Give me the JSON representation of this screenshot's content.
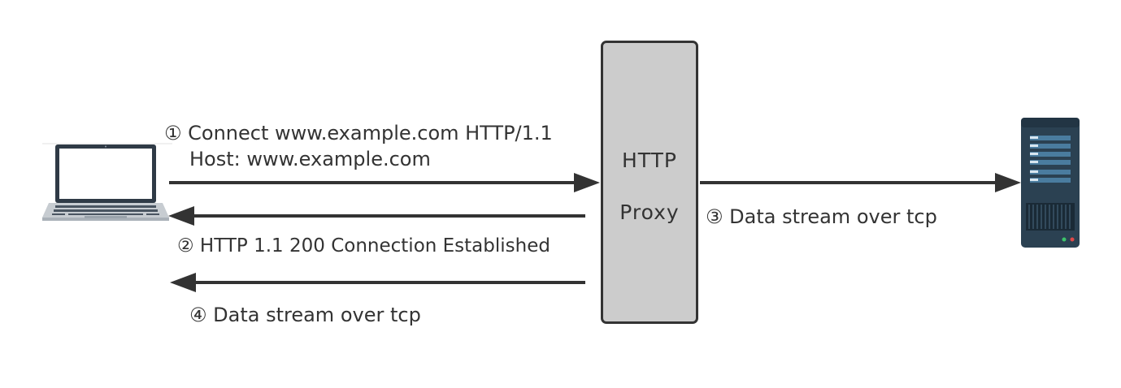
{
  "client": {
    "icon": "laptop-icon"
  },
  "proxy": {
    "line1": "HTTP",
    "line2": "Proxy"
  },
  "server": {
    "icon": "server-icon"
  },
  "steps": {
    "step1": {
      "line1": "① Connect www.example.com HTTP/1.1",
      "line2": "Host: www.example.com"
    },
    "step2": "②  HTTP 1.1 200 Connection Established",
    "step3": "③ Data stream over tcp",
    "step4": "④ Data stream over tcp"
  },
  "colors": {
    "arrow": "#333333",
    "proxy_fill": "#cccccc",
    "laptop_body": "#2f3a46",
    "server_body": "#2b4152",
    "text": "#333333"
  }
}
